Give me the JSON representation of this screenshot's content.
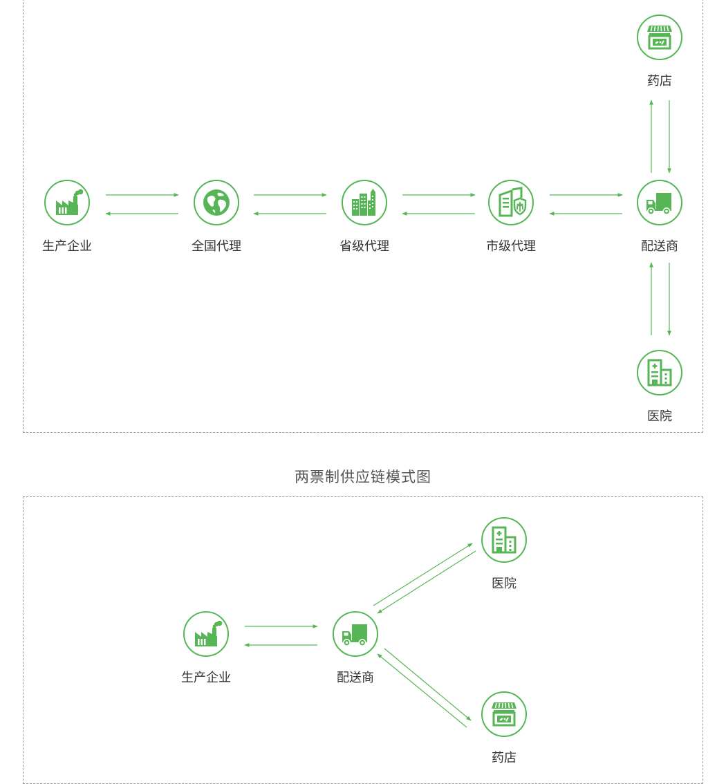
{
  "title": "两票制供应链模式图",
  "colors": {
    "accent": "#56b656",
    "border": "#9a9a9a",
    "text": "#333333"
  },
  "top_diagram": {
    "nodes": [
      {
        "id": "factory",
        "label": "生产企业",
        "icon": "factory-icon"
      },
      {
        "id": "national",
        "label": "全国代理",
        "icon": "globe-icon"
      },
      {
        "id": "provincial",
        "label": "省级代理",
        "icon": "city-buildings-icon"
      },
      {
        "id": "city",
        "label": "市级代理",
        "icon": "city-shield-icon"
      },
      {
        "id": "distributor",
        "label": "配送商",
        "icon": "delivery-truck-icon"
      },
      {
        "id": "pharmacy",
        "label": "药店",
        "icon": "pharmacy-store-icon"
      },
      {
        "id": "hospital",
        "label": "医院",
        "icon": "hospital-icon"
      }
    ],
    "edges": [
      [
        "factory",
        "national"
      ],
      [
        "national",
        "provincial"
      ],
      [
        "provincial",
        "city"
      ],
      [
        "city",
        "distributor"
      ],
      [
        "distributor",
        "pharmacy"
      ],
      [
        "distributor",
        "hospital"
      ]
    ]
  },
  "bottom_diagram": {
    "nodes": [
      {
        "id": "factory",
        "label": "生产企业",
        "icon": "factory-icon"
      },
      {
        "id": "distributor",
        "label": "配送商",
        "icon": "delivery-truck-icon"
      },
      {
        "id": "hospital",
        "label": "医院",
        "icon": "hospital-icon"
      },
      {
        "id": "pharmacy",
        "label": "药店",
        "icon": "pharmacy-store-icon"
      }
    ],
    "edges": [
      [
        "factory",
        "distributor"
      ],
      [
        "distributor",
        "hospital"
      ],
      [
        "distributor",
        "pharmacy"
      ]
    ]
  }
}
